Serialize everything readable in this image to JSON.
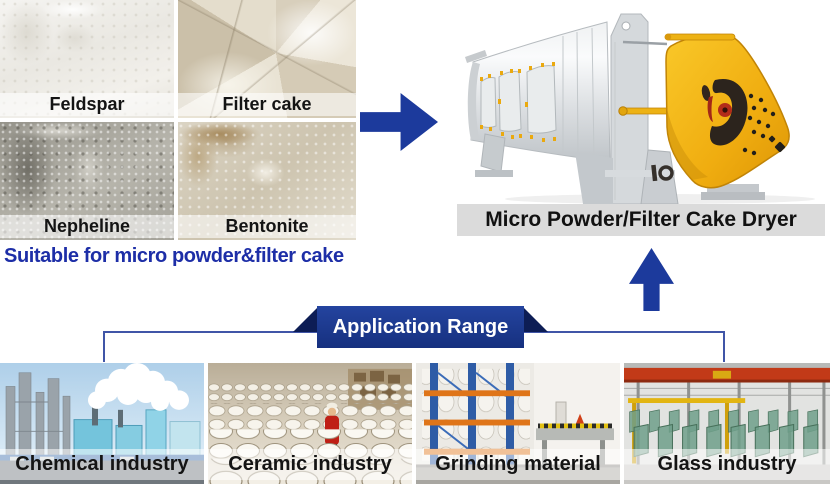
{
  "graphic": {
    "headline": "Suitable for micro powder&filter cake",
    "machine_label": "Micro Powder/Filter Cake Dryer",
    "banner_label": "Application Range"
  },
  "materials": {
    "items": [
      {
        "label": "Feldspar"
      },
      {
        "label": "Filter cake"
      },
      {
        "label": "Nepheline"
      },
      {
        "label": "Bentonite"
      }
    ]
  },
  "industries": {
    "items": [
      {
        "label": "Chemical industry"
      },
      {
        "label": "Ceramic industry"
      },
      {
        "label": "Grinding material"
      },
      {
        "label": "Glass industry"
      }
    ]
  },
  "icons": {
    "right-arrow-icon": "solid right-pointing arrow, CSS polygon, #1c3a9c",
    "up-arrow-icon": "solid up-pointing arrow, CSS polygon, #1c3a9c"
  },
  "colors": {
    "arrow_blue": "#1c3a9c",
    "banner_blue": "#1d3b97",
    "ribbon_fold_navy": "#0d1d55",
    "connector_line_blue": "#4055a7",
    "headline_blue": "#1d2ea7",
    "machine_label_strip": "#dbdbdb",
    "machine_cap_yellow": "#f0ad10"
  }
}
